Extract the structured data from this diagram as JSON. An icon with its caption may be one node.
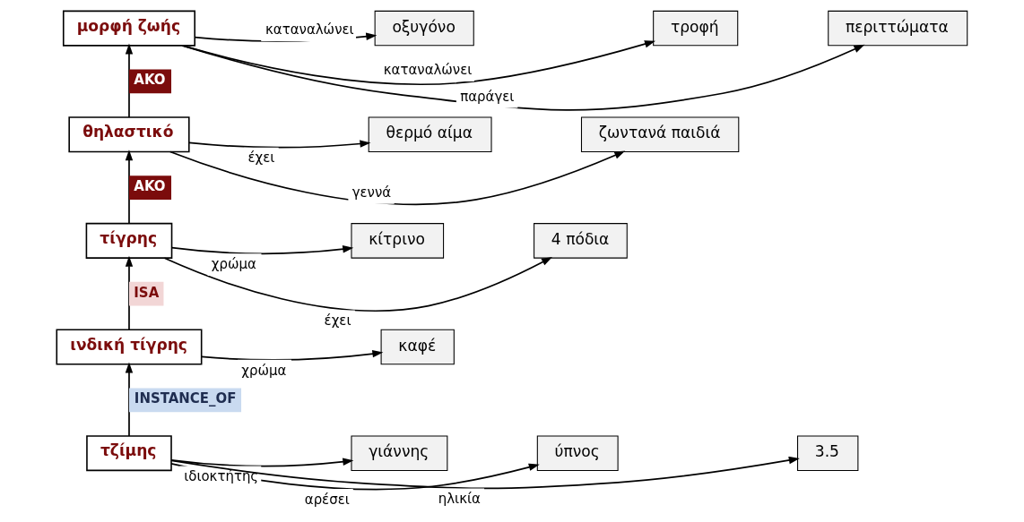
{
  "diagram": {
    "nodes": [
      {
        "text": [
          "μορφή ζωής"
        ]
      },
      {
        "text": [
          "περιττώματα"
        ]
      },
      {
        "text": [
          "οξυγόνο"
        ]
      },
      {
        "text": [
          "τροφή"
        ]
      },
      {
        "text": [
          "θηλαστικό"
        ]
      },
      {
        "text": [
          "ζωντανά παιδιά"
        ]
      },
      {
        "text": [
          "θερμό αίμα"
        ]
      },
      {
        "text": [
          "τίγρης"
        ]
      },
      {
        "text": [
          "4 πόδια"
        ]
      },
      {
        "text": [
          "κίτρινο"
        ]
      },
      {
        "text": [
          "ινδική τίγρης"
        ]
      },
      {
        "text": [
          "καφέ"
        ]
      },
      {
        "text": [
          "τζίμης"
        ]
      },
      {
        "text": [
          "ύπνος"
        ]
      },
      {
        "text": [
          "γιάννης"
        ]
      },
      {
        "text": [
          "3.5"
        ]
      }
    ],
    "edges": [
      {
        "from": 0,
        "to": 1,
        "arrow": "to",
        "label": "παράγει"
      },
      {
        "from": 0,
        "to": 2,
        "arrow": "to",
        "label": "καταναλώνει"
      },
      {
        "from": 0,
        "to": 3,
        "arrow": "to",
        "label": "καταναλώνει"
      },
      {
        "from": 4,
        "to": 0,
        "arrow": "to",
        "label": "AKO"
      },
      {
        "from": 4,
        "to": 5,
        "arrow": "to",
        "label": "γεννά"
      },
      {
        "from": 4,
        "to": 6,
        "arrow": "to",
        "label": "έχει"
      },
      {
        "from": 7,
        "to": 4,
        "arrow": "to",
        "label": "AKO"
      },
      {
        "from": 7,
        "to": 8,
        "arrow": "to",
        "label": "έχει"
      },
      {
        "from": 7,
        "to": 9,
        "arrow": "to",
        "label": "χρώμα"
      },
      {
        "from": 10,
        "to": 7,
        "arrow": "to",
        "label": "ISA"
      },
      {
        "from": 10,
        "to": 11,
        "arrow": "to",
        "label": "χρώμα"
      },
      {
        "from": 12,
        "to": 10,
        "arrow": "to",
        "label": "INSTANCE_OF"
      },
      {
        "from": 12,
        "to": 13,
        "arrow": "to",
        "label": "αρέσει"
      },
      {
        "from": 12,
        "to": 14,
        "arrow": "to",
        "label": "ιδιοκτήτης"
      },
      {
        "from": 12,
        "to": 15,
        "arrow": "to",
        "label": "ηλικία"
      }
    ]
  }
}
